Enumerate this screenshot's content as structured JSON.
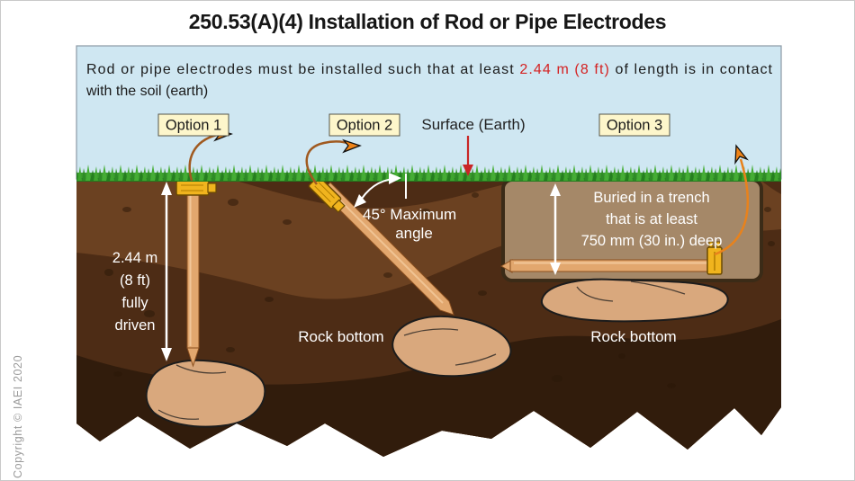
{
  "title": "250.53(A)(4) Installation of Rod or Pipe Electrodes",
  "copyright": "Copyright © IAEI 2020",
  "intro": {
    "line1_pre": "Rod or pipe electrodes must be installed such that at least ",
    "line1_highlight": "2.44 m (8 ft)",
    "line1_post": " of length is in contact",
    "line2": "with the soil (earth)"
  },
  "surface_label": "Surface (Earth)",
  "option1": {
    "label": "Option 1",
    "depth_lines": [
      "2.44 m",
      "(8 ft)",
      "fully",
      "driven"
    ]
  },
  "option2": {
    "label": "Option 2",
    "angle_line1": "45° Maximum",
    "angle_line2": "angle",
    "rock_label": "Rock bottom"
  },
  "option3": {
    "label": "Option 3",
    "trench_lines": [
      "Buried in a trench",
      "that is at least",
      "750 mm (30 in.) deep"
    ],
    "rock_label": "Rock bottom"
  },
  "colors": {
    "sky_blue": "#cfe7f2",
    "highlight_red": "#d42222",
    "option_label_bg": "#fdf6cb",
    "soil_medium": "#6b4121",
    "soil_dark": "#4d2c15",
    "soil_darkest": "#311c0c",
    "trench_fill": "#a58868",
    "rod_copper": "#e2a76e",
    "clamp_gold": "#f0b41e",
    "wire_brown": "#a05a20",
    "wire_orange": "#e8821c",
    "grass_green": "#3a9a2c"
  }
}
